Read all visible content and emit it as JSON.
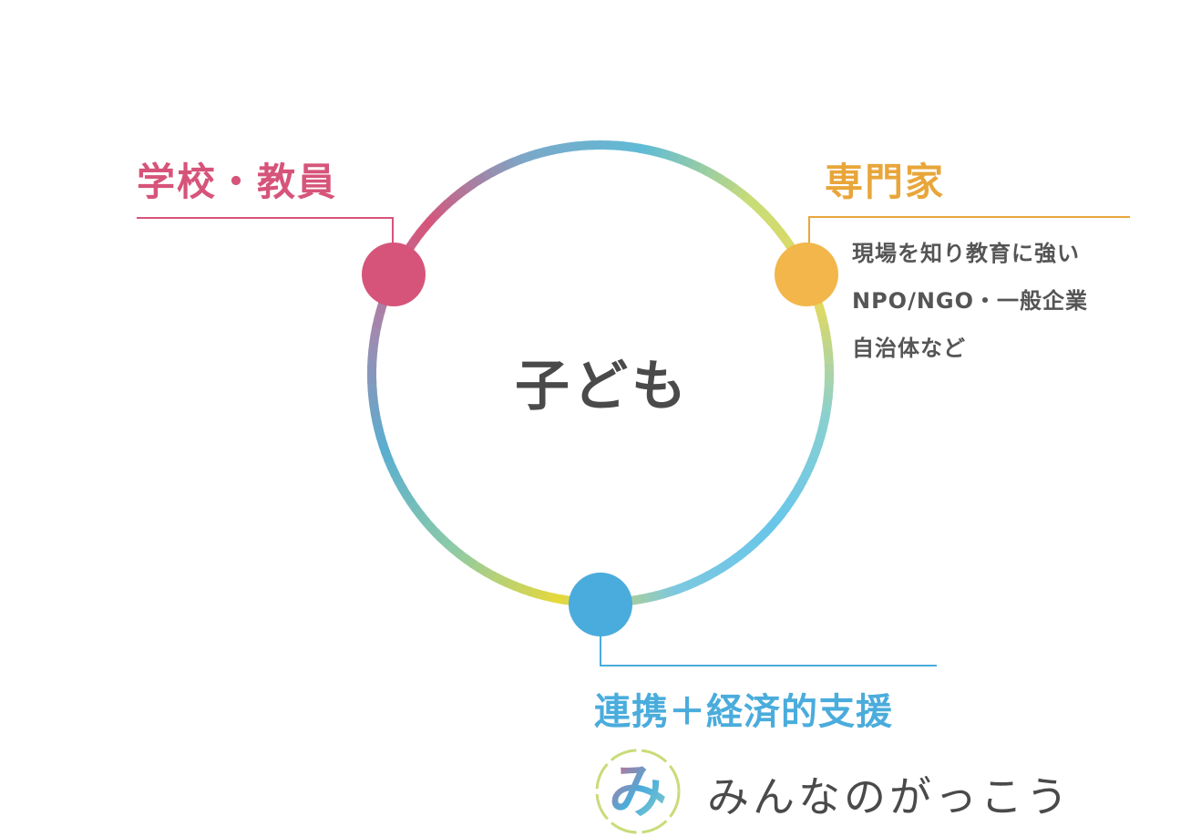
{
  "center_label": "子ども",
  "nodes": {
    "school": {
      "label": "学校・教員",
      "color": "#d6547a"
    },
    "expert": {
      "label": "専門家",
      "color": "#e8a63a",
      "dot_color": "#f2b64a",
      "lines": [
        "現場を知り教育に強い",
        "NPO/NGO・一般企業",
        "自治体など"
      ]
    },
    "support": {
      "label": "連携＋経済的支援",
      "color": "#4aacdc"
    }
  },
  "logo": {
    "mark": "み",
    "name": "みんなのがっこう"
  },
  "ring_colors": [
    "#d6547a",
    "#7ba8c8",
    "#5fbbd6",
    "#c8dc78",
    "#e6da5a",
    "#8ad0d0",
    "#68c6ea",
    "#7cc8e0",
    "#e6d83c",
    "#8ccaa8",
    "#5aaed0",
    "#a08ab0",
    "#d6547a"
  ]
}
